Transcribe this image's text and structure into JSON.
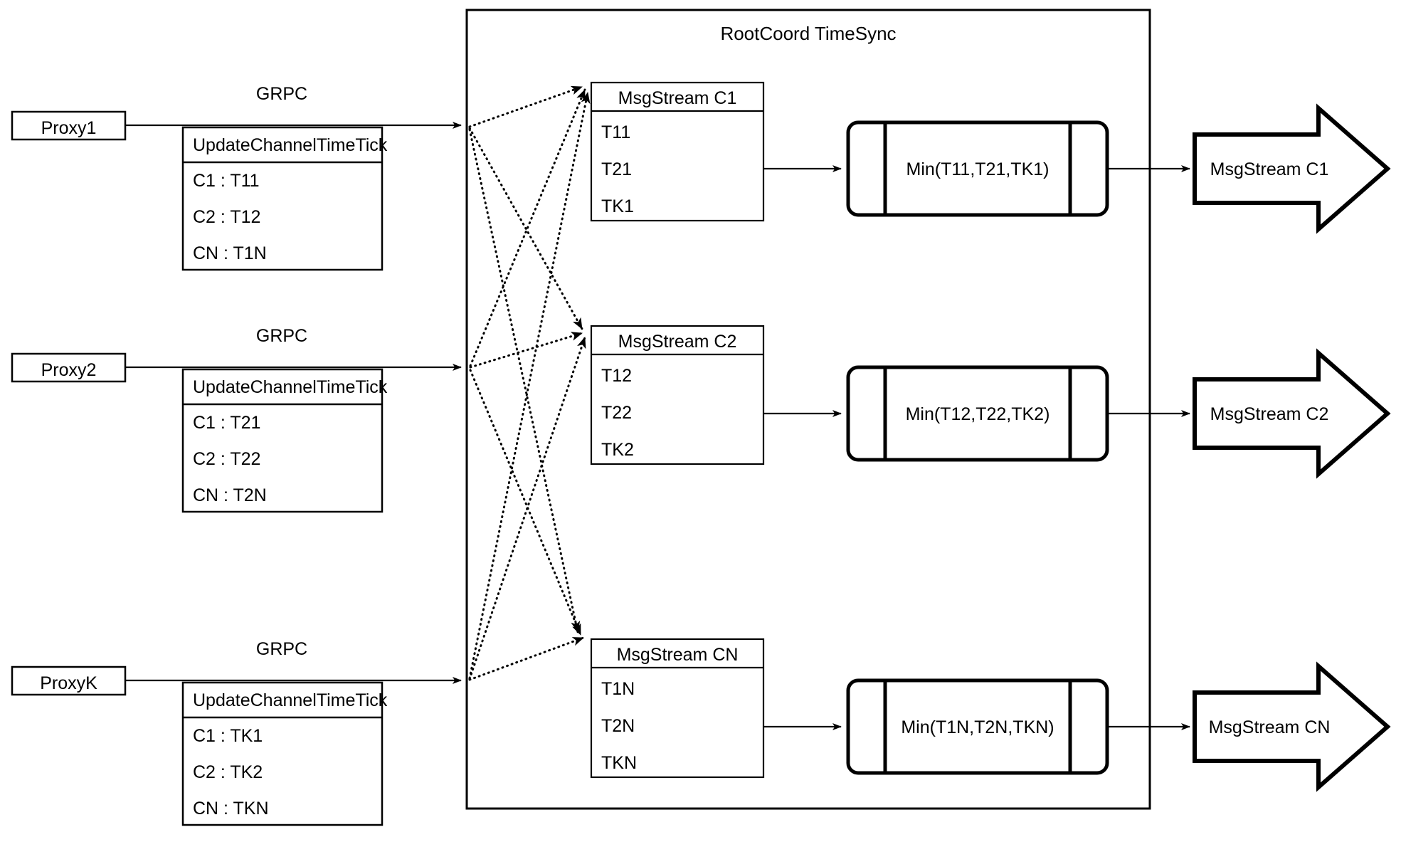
{
  "diagram": {
    "title": "RootCoord TimeSync",
    "container_label": "RootCoord TimeSync",
    "proxies": [
      {
        "name": "Proxy1",
        "link_label": "GRPC",
        "rpc": {
          "title": "UpdateChannelTimeTick",
          "rows": [
            "C1 :  T11",
            "C2 :  T12",
            "CN : T1N"
          ]
        }
      },
      {
        "name": "Proxy2",
        "link_label": "GRPC",
        "rpc": {
          "title": "UpdateChannelTimeTick",
          "rows": [
            "C1 :  T21",
            "C2 :  T22",
            "CN : T2N"
          ]
        }
      },
      {
        "name": "ProxyK",
        "link_label": "GRPC",
        "rpc": {
          "title": "UpdateChannelTimeTick",
          "rows": [
            "C1 :  TK1",
            "C2 :  TK2",
            "CN : TKN"
          ]
        }
      }
    ],
    "channels": [
      {
        "msgstream": {
          "title": "MsgStream C1",
          "rows": [
            "T11",
            "T21",
            "TK1"
          ]
        },
        "min": "Min(T11,T21,TK1)",
        "output": "MsgStream C1"
      },
      {
        "msgstream": {
          "title": "MsgStream C2",
          "rows": [
            "T12",
            "T22",
            "TK2"
          ]
        },
        "min": "Min(T12,T22,TK2)",
        "output": "MsgStream C2"
      },
      {
        "msgstream": {
          "title": "MsgStream CN",
          "rows": [
            "T1N",
            "T2N",
            "TKN"
          ]
        },
        "min": "Min(T1N,T2N,TKN)",
        "output": "MsgStream CN"
      }
    ],
    "colors": {
      "stroke": "#000000",
      "background": "#ffffff"
    }
  }
}
